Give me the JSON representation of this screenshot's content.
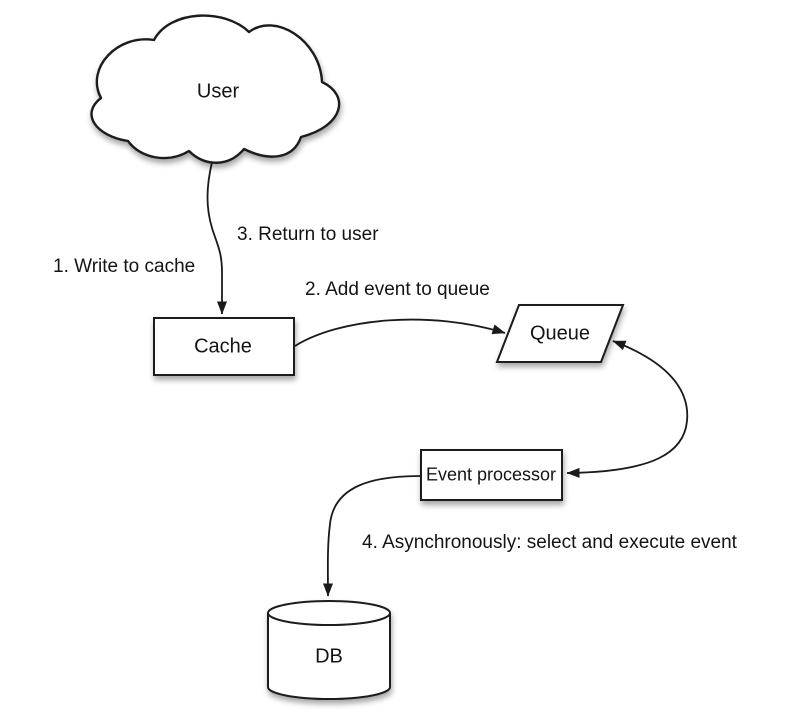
{
  "diagram": {
    "type": "flow-diagram",
    "background_color": "#ffffff",
    "stroke_color": "#1a1a1a",
    "shape_fill_color": "#ffffff",
    "text_color": "#141414",
    "nodes": {
      "user": {
        "label": "User",
        "shape": "cloud"
      },
      "cache": {
        "label": "Cache",
        "shape": "rectangle"
      },
      "queue": {
        "label": "Queue",
        "shape": "parallelogram"
      },
      "event_processor": {
        "label": "Event processor",
        "shape": "rectangle"
      },
      "db": {
        "label": "DB",
        "shape": "cylinder"
      }
    },
    "annotations": {
      "step1": {
        "text": "1. Write to cache"
      },
      "step2": {
        "text": "2. Add event to queue"
      },
      "step3": {
        "text": "3. Return to user"
      },
      "step4": {
        "text": "4. Asynchronously: select and execute event"
      }
    },
    "edges": [
      {
        "from": "user",
        "to": "cache",
        "style": "curved-arrow",
        "arrowheads": "end"
      },
      {
        "from": "cache",
        "to": "queue",
        "style": "curved-arrow",
        "arrowheads": "end"
      },
      {
        "from": "queue",
        "to": "event_processor",
        "style": "curved-arrow",
        "arrowheads": "both"
      },
      {
        "from": "event_processor",
        "to": "db",
        "style": "curved-arrow",
        "arrowheads": "end"
      }
    ]
  }
}
